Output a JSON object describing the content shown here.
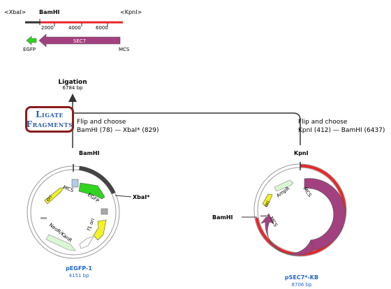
{
  "top_map": {
    "site_left": "<XbaI>",
    "site_bamhi": "BamHI",
    "site_right": "<KpnI>",
    "ticks": [
      "2000",
      "4000",
      "6000"
    ],
    "gene_left": "EGFP",
    "gene_main": "SEC7",
    "gene_right": "MCS"
  },
  "ligation": {
    "title": "Ligation",
    "size": "6784 bp"
  },
  "ligate_button": {
    "line1": "Ligate",
    "line2": "Fragments"
  },
  "flip_left": {
    "line1": "Flip and choose",
    "line2": "BamHI (78)  —  XbaI* (829)"
  },
  "flip_right": {
    "line1": "Flip and choose",
    "line2": "KpnI (412)  —  BamHI (6437)"
  },
  "plasmid_left": {
    "name": "pEGFP-1",
    "size": "4151 bp",
    "site_top": "BamHI",
    "site_right": "XbaI*",
    "features": [
      "ori",
      "MCS",
      "EGFP",
      "f1 ori",
      "NeoR/KanR"
    ]
  },
  "plasmid_right": {
    "name": "pSEC7*-KB",
    "size": "8706 bp",
    "site_top": "KpnI",
    "site_left": "BamHI",
    "features": [
      "AmpR",
      "ori",
      "MCS",
      "MCS",
      "SEC7"
    ]
  },
  "colors": {
    "selected_fragment": "#e8262a",
    "sec7": "#a3407f",
    "egfp": "#31d421",
    "ori": "#f2f224",
    "f1_ori": "#f2f224",
    "neo": "#d9f7d4",
    "amp": "#d9f7d4",
    "name_blue": "#2066c7"
  }
}
